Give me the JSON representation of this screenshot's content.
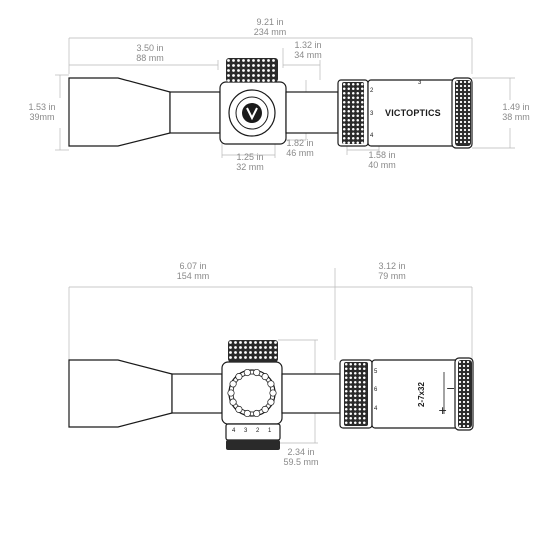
{
  "top_view": {
    "overall_in": "9.21 in",
    "overall_mm": "234 mm",
    "objective_in": "3.50 in",
    "objective_mm": "88 mm",
    "turret_in": "1.32 in",
    "turret_mm": "34 mm",
    "objective_dia_in": "1.53 in",
    "objective_dia_mm": "39mm",
    "eyepiece_dia_in": "1.49 in",
    "eyepiece_dia_mm": "38 mm",
    "tube_in": "1.25 in",
    "tube_mm": "32 mm",
    "saddle_in": "1.82 in",
    "saddle_mm": "46 mm",
    "eyepiece_len_in": "1.58 in",
    "eyepiece_len_mm": "40 mm",
    "brand": "VICTOPTICS",
    "mag_marks": [
      "2",
      "3",
      "4"
    ]
  },
  "side_view": {
    "front_in": "6.07 in",
    "front_mm": "154 mm",
    "rear_in": "3.12 in",
    "rear_mm": "79 mm",
    "turret_h_in": "2.34 in",
    "turret_h_mm": "59.5 mm",
    "model": "2-7x32",
    "mag_marks": [
      "5",
      "6",
      "4"
    ],
    "turret_marks": [
      "4",
      "3",
      "2",
      "1"
    ],
    "diopter_plus": "+",
    "diopter_minus": "−"
  },
  "colors": {
    "outline": "#1a1a1a",
    "dimension": "#8a8a8a",
    "background": "#ffffff"
  }
}
